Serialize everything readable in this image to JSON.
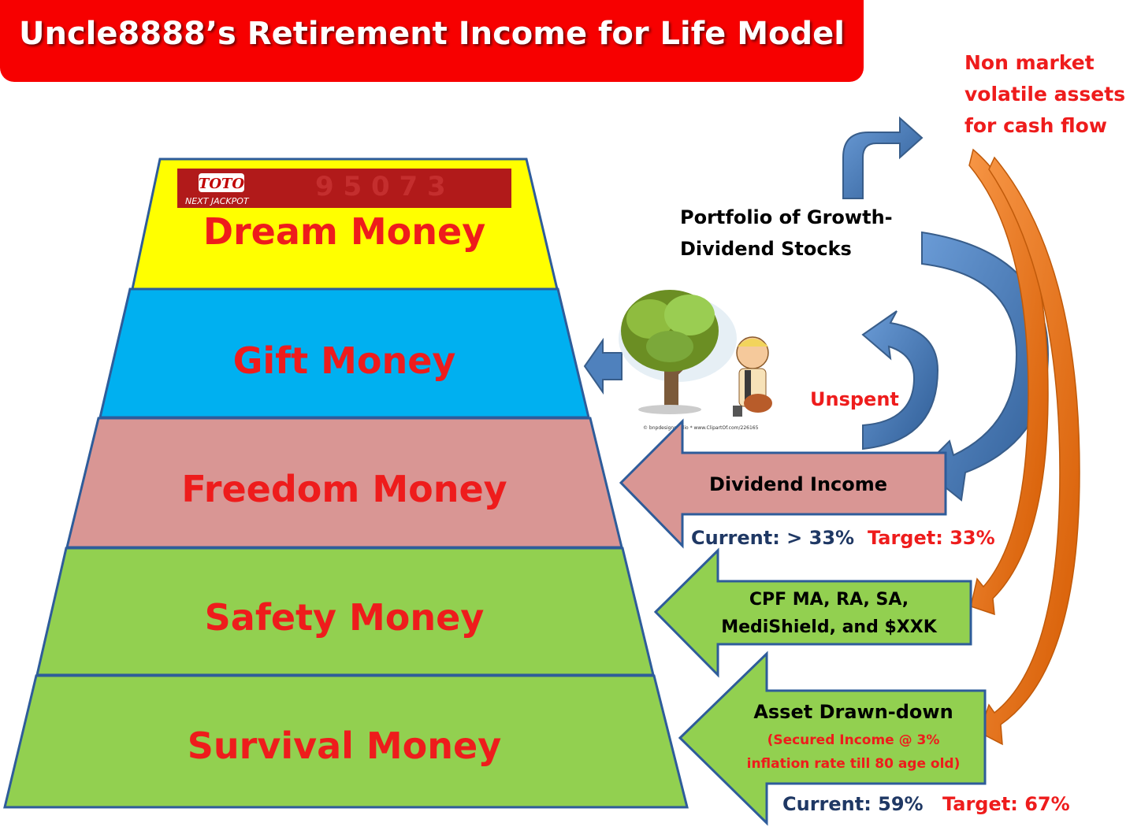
{
  "title": "Uncle8888’s Retirement Income for Life Model",
  "pyramid": {
    "levels": [
      {
        "label": "Dream Money",
        "color": "#ffff00"
      },
      {
        "label": "Gift Money",
        "color": "#00b0f0"
      },
      {
        "label": "Freedom Money",
        "color": "#d99694"
      },
      {
        "label": "Safety Money",
        "color": "#92d050"
      },
      {
        "label": "Survival Money",
        "color": "#92d050"
      }
    ],
    "toto_logo": "TOTO",
    "toto_caption": "NEXT JACKPOT"
  },
  "notes": {
    "non_market": [
      "Non market",
      "volatile assets",
      "for cash flow"
    ],
    "portfolio": [
      "Portfolio of Growth-",
      "Dividend Stocks"
    ],
    "unspent": "Unspent"
  },
  "arrows": {
    "dividend_income": "Dividend Income",
    "cpf": [
      "CPF MA, RA, SA,",
      "MediShield, and $XXK"
    ],
    "asset_drawdown": "Asset Drawn-down",
    "asset_note": [
      "(Secured Income @ 3%",
      "inflation rate till 80 age old)"
    ]
  },
  "metrics": {
    "freedom_current": "Current: > 33%",
    "freedom_target": "Target: 33%",
    "survival_current": "Current: 59%",
    "survival_target": "Target: 67%"
  },
  "clipart_credit": "© bnpdesignstudio * www.ClipartOf.com/226165",
  "colors": {
    "red": "#ee1c1c",
    "navy": "#1f3864",
    "blue_arrow": "#4f81bd",
    "orange_arrow": "#e46c0a"
  }
}
